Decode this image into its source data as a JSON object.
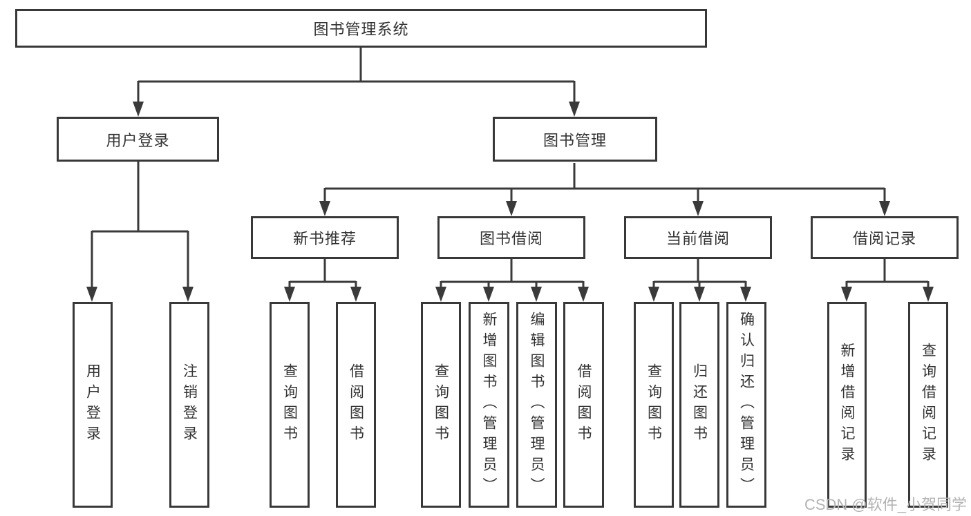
{
  "diagram": {
    "root": {
      "label": "图书管理系统"
    },
    "branches": [
      {
        "label": "用户登录",
        "children": [
          {
            "label": "用户登录"
          },
          {
            "label": "注销登录"
          }
        ]
      },
      {
        "label": "图书管理",
        "children": [
          {
            "label": "新书推荐",
            "children": [
              {
                "label": "查询图书"
              },
              {
                "label": "借阅图书"
              }
            ]
          },
          {
            "label": "图书借阅",
            "children": [
              {
                "label": "查询图书"
              },
              {
                "label": "新增图书（管理员）"
              },
              {
                "label": "编辑图书（管理员）"
              },
              {
                "label": "借阅图书"
              }
            ]
          },
          {
            "label": "当前借阅",
            "children": [
              {
                "label": "查询图书"
              },
              {
                "label": "归还图书"
              },
              {
                "label": "确认归还（管理员）"
              }
            ]
          },
          {
            "label": "借阅记录",
            "children": [
              {
                "label": "新增借阅记录"
              },
              {
                "label": "查询借阅记录"
              }
            ]
          }
        ]
      }
    ]
  },
  "watermark": {
    "text": "CSDN @软件_小贺同学"
  },
  "colors": {
    "line": "#3a3a3a",
    "box_border": "#383838",
    "text": "#333333",
    "background": "#ffffff",
    "watermark": "#b3b3b3"
  }
}
